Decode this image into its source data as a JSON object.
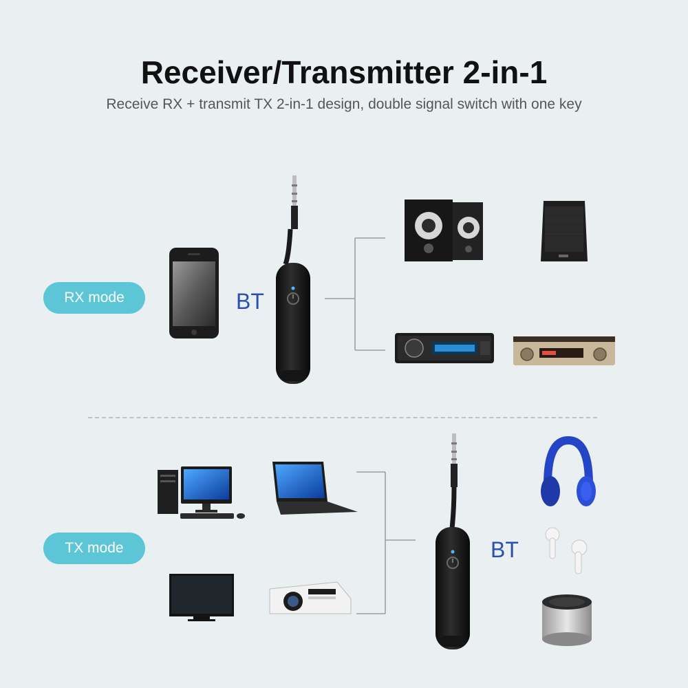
{
  "header": {
    "title": "Receiver/Transmitter 2-in-1",
    "subtitle": "Receive RX + transmit TX 2-in-1 design, double signal switch with one key"
  },
  "rx": {
    "mode_label": "RX mode",
    "bt_label": "BT",
    "source": "smartphone",
    "outputs": [
      "bookshelf-speakers",
      "pa-speaker",
      "car-stereo",
      "amplifier"
    ]
  },
  "tx": {
    "mode_label": "TX mode",
    "bt_label": "BT",
    "sources": [
      "desktop-computer",
      "laptop",
      "tv",
      "projector"
    ],
    "outputs": [
      "headphones",
      "earbuds",
      "bluetooth-speaker"
    ]
  },
  "colors": {
    "background": "#eaf0f2",
    "pill": "#5cc6d6",
    "bt_text": "#2b4fb0"
  }
}
